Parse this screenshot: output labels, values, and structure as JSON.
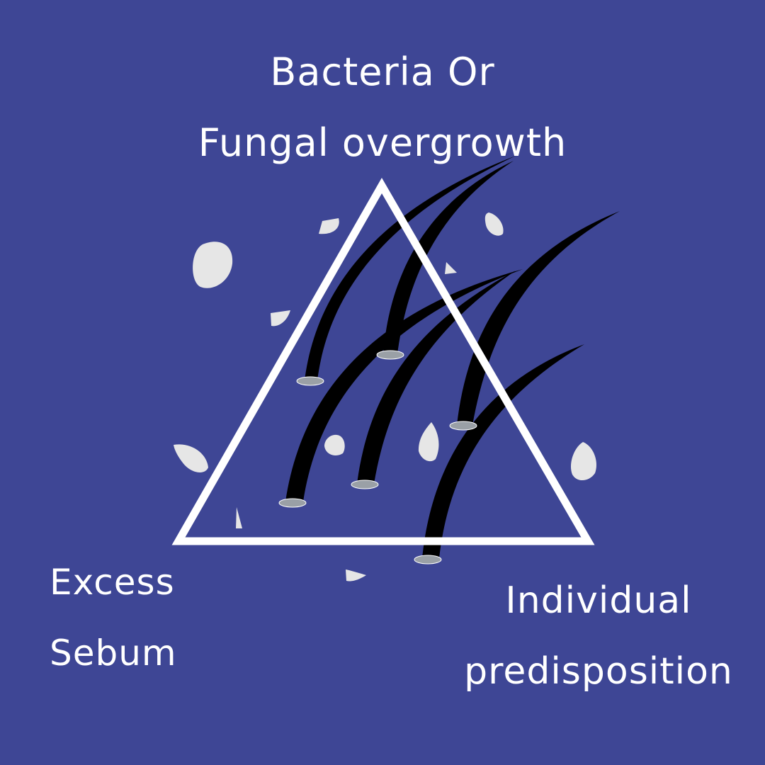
{
  "labels": {
    "top_line1": "Bacteria Or",
    "top_line2": "Fungal overgrowth",
    "left_line1": "Excess",
    "left_line2": "Sebum",
    "right_line1": "Individual",
    "right_line2": "predisposition"
  },
  "colors": {
    "background": "#3e4695",
    "text": "#ffffff",
    "triangle": "#ffffff",
    "hair": "#000000",
    "flake": "#e6e6e6",
    "follicle": "#9aa0a6"
  },
  "icons": [
    "triangle-outline",
    "hair-strand-icon",
    "dandruff-flake-icon"
  ]
}
